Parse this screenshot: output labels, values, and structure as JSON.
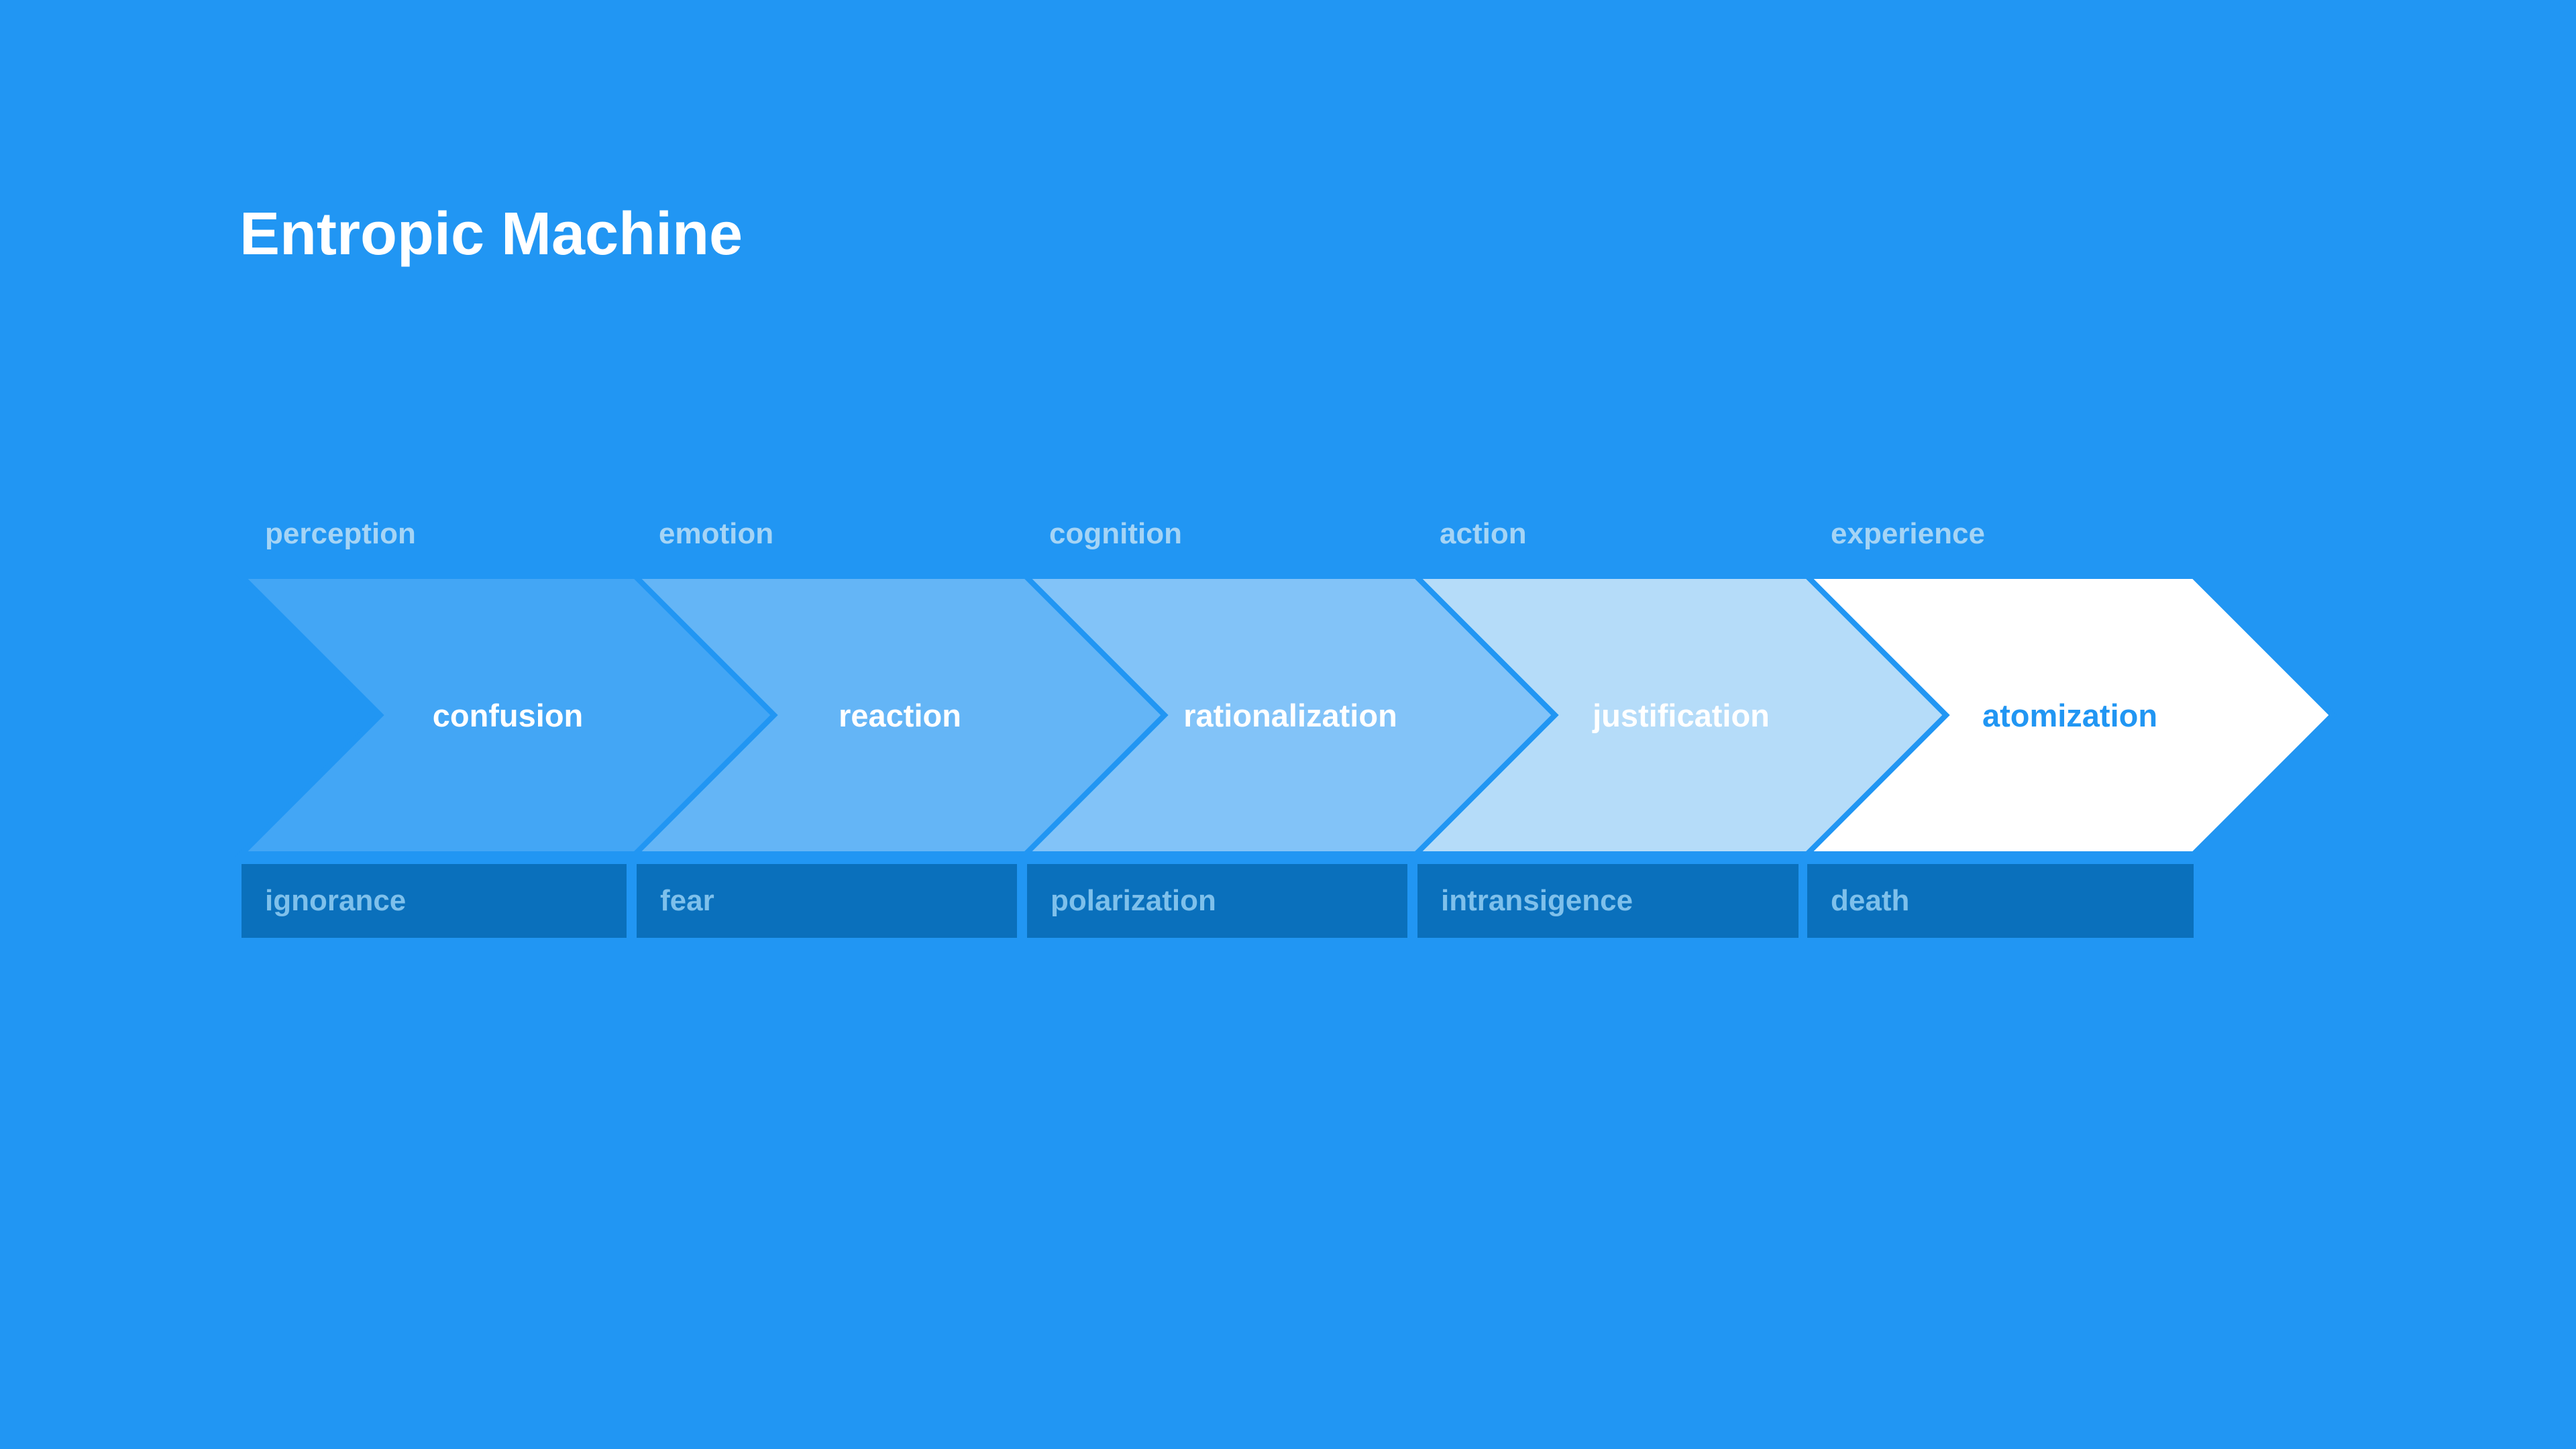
{
  "title": "Entropic Machine",
  "colors": {
    "background": "#2196F3",
    "chevron_stroke": "#2196F3",
    "bar_background": "#0A70BC",
    "stage_label_text": "#A5D4F5",
    "bar_label_text": "#7EC0EB",
    "chevron_label_text": "#FFFFFF",
    "final_chevron_label_text": "#2196F3"
  },
  "stages": [
    {
      "stage": "perception",
      "phase": "confusion",
      "outcome": "ignorance",
      "fill": "#43A6F5"
    },
    {
      "stage": "emotion",
      "phase": "reaction",
      "outcome": "fear",
      "fill": "#64B5F6"
    },
    {
      "stage": "cognition",
      "phase": "rationalization",
      "outcome": "polarization",
      "fill": "#82C3F8"
    },
    {
      "stage": "action",
      "phase": "justification",
      "outcome": "intransigence",
      "fill": "#B5DCF9"
    },
    {
      "stage": "experience",
      "phase": "atomization",
      "outcome": "death",
      "fill": "#FFFFFF"
    }
  ]
}
